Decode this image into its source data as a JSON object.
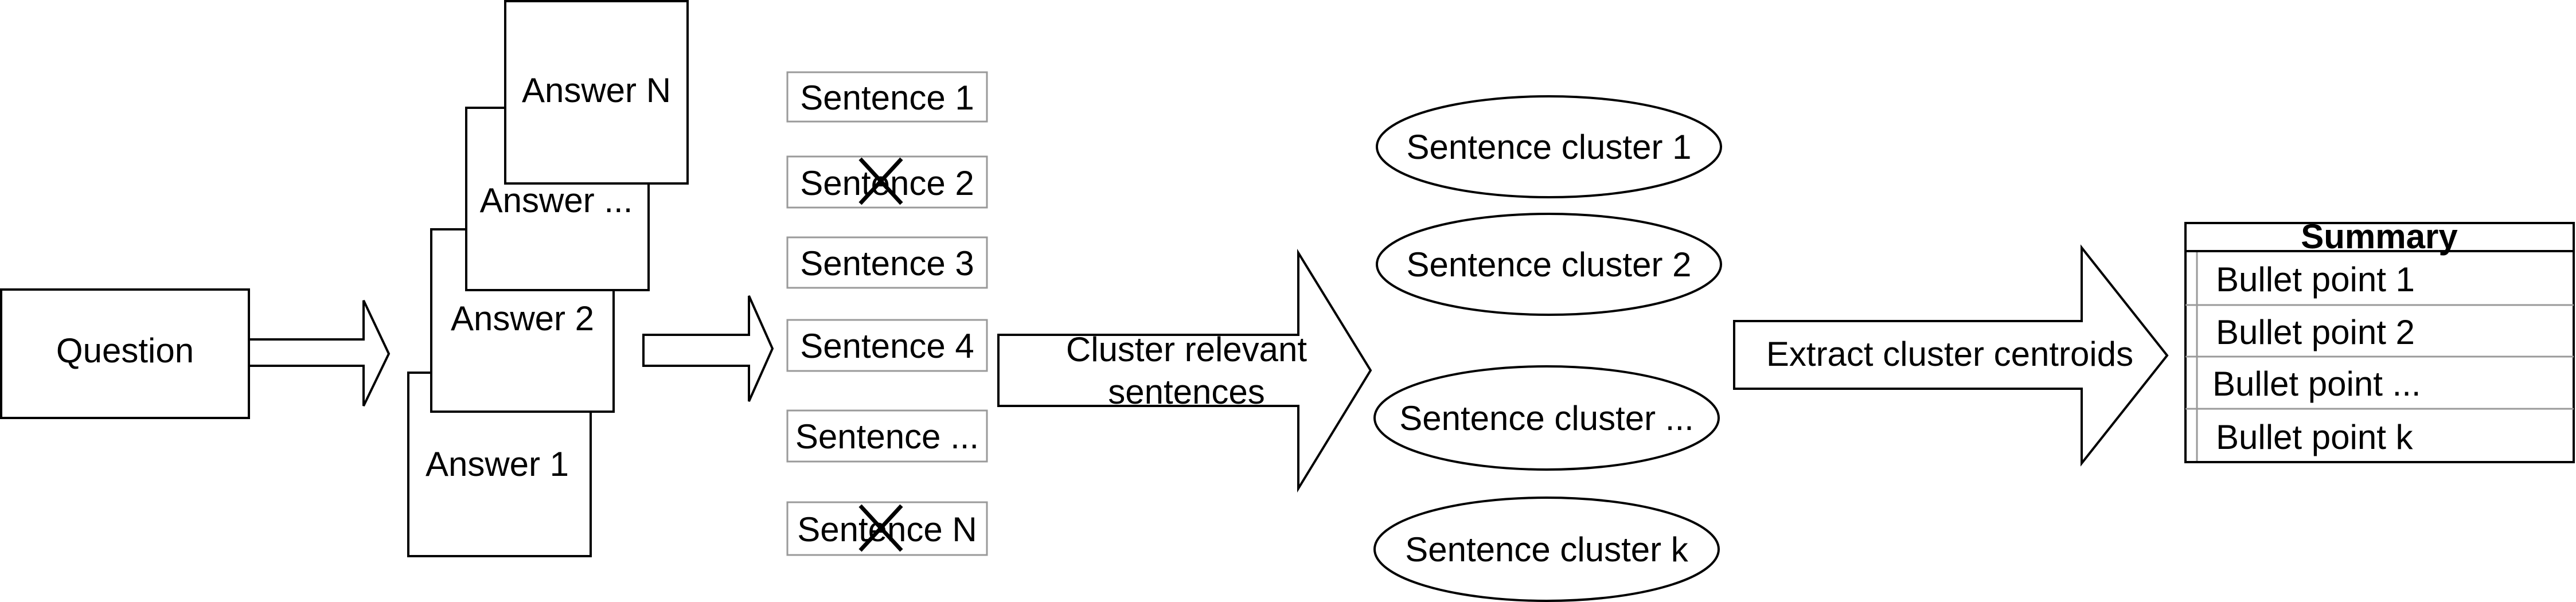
{
  "question": "Question",
  "answers": {
    "answer_1": "Answer 1",
    "answer_2": "Answer 2",
    "answer_ellipsis": "Answer ...",
    "answer_n": "Answer N"
  },
  "sentences": [
    {
      "label": "Sentence 1",
      "crossed_out": false
    },
    {
      "label": "Sentence 2",
      "crossed_out": true
    },
    {
      "label": "Sentence 3",
      "crossed_out": false
    },
    {
      "label": "Sentence 4",
      "crossed_out": false
    },
    {
      "label": "Sentence ...",
      "crossed_out": false
    },
    {
      "label": "Sentence N",
      "crossed_out": true
    }
  ],
  "cluster_arrow": {
    "line1": "Cluster relevant",
    "line2": "sentences"
  },
  "clusters": [
    "Sentence cluster 1",
    "Sentence cluster 2",
    "Sentence cluster ...",
    "Sentence cluster k"
  ],
  "extract_arrow": "Extract cluster centroids",
  "summary": {
    "title": "Summary",
    "items": [
      "Bullet point 1",
      "Bullet point 2",
      "Bullet point ...",
      "Bullet point k"
    ]
  },
  "colors": {
    "stroke": "#000000",
    "box_border": "#9a9a9a",
    "cross": "#000000",
    "background": "#ffffff"
  }
}
